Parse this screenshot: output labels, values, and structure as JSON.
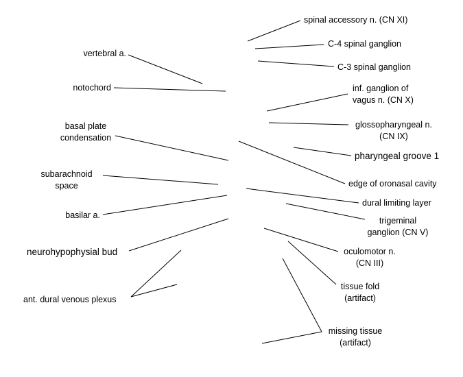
{
  "labels": [
    {
      "id": "spinal-accessory",
      "lines": [
        "spinal accessory n. (CN XI)"
      ]
    },
    {
      "id": "c4-ganglion",
      "lines": [
        "C-4 spinal ganglion"
      ]
    },
    {
      "id": "c3-ganglion",
      "lines": [
        "C-3 spinal ganglion"
      ]
    },
    {
      "id": "inf-ganglion-vagus",
      "lines": [
        "inf. ganglion of",
        "vagus n. (CN X)"
      ]
    },
    {
      "id": "glossopharyngeal",
      "lines": [
        "glossopharyngeal n.",
        "(CN IX)"
      ]
    },
    {
      "id": "pharyngeal-groove",
      "lines": [
        "pharyngeal groove 1"
      ]
    },
    {
      "id": "edge-oronasal",
      "lines": [
        "edge of oronasal cavity"
      ]
    },
    {
      "id": "dural-limiting",
      "lines": [
        "dural limiting layer"
      ]
    },
    {
      "id": "trigeminal",
      "lines": [
        "trigeminal",
        "ganglion (CN V)"
      ]
    },
    {
      "id": "oculomotor",
      "lines": [
        "oculomotor n.",
        "(CN III)"
      ]
    },
    {
      "id": "tissue-fold",
      "lines": [
        "tissue fold",
        "(artifact)"
      ]
    },
    {
      "id": "missing-tissue",
      "lines": [
        "missing tissue",
        "(artifact)"
      ]
    },
    {
      "id": "vertebral",
      "lines": [
        "vertebral a."
      ]
    },
    {
      "id": "notochord",
      "lines": [
        "notochord"
      ]
    },
    {
      "id": "basal-plate",
      "lines": [
        "basal plate",
        "condensation"
      ]
    },
    {
      "id": "subarachnoid",
      "lines": [
        "subarachnoid",
        "space"
      ]
    },
    {
      "id": "basilar",
      "lines": [
        "basilar a."
      ]
    },
    {
      "id": "neurohypophysial",
      "lines": [
        "neurohypophysial bud"
      ]
    },
    {
      "id": "ant-dural-venous",
      "lines": [
        "ant. dural venous plexus"
      ]
    }
  ]
}
